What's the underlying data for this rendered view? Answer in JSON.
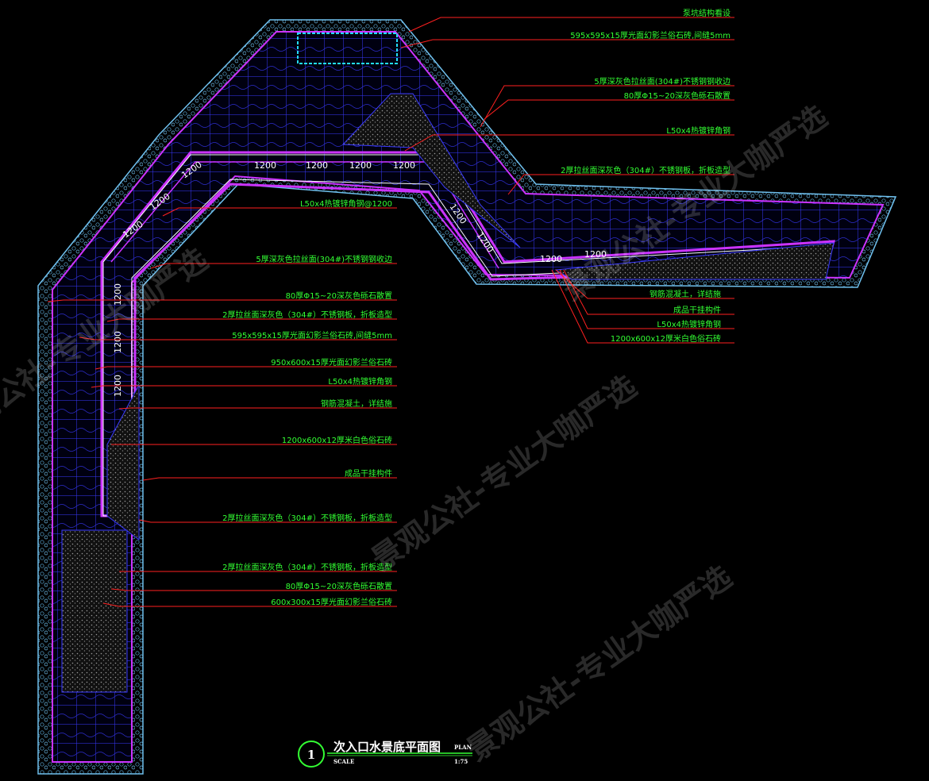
{
  "annotations": [
    "泵坑结构看设",
    "595x595x15厚光面幻影兰俗石砖,间缝5mm",
    "5厚深灰色拉丝面(304#)不锈钢钢收边",
    "80厚Φ15~20深灰色砾石散置",
    "L50x4热镀锌角钢",
    "2厚拉丝面深灰色（304#）不锈钢板，折板造型",
    "L50x4热镀锌角钢@1200",
    "5厚深灰色拉丝面(304#)不锈钢钢收边",
    "80厚Φ15~20深灰色砾石散置",
    "2厚拉丝面深灰色（304#）不锈钢板，折板造型",
    "595x595x15厚光面幻影兰俗石砖,间缝5mm",
    "950x600x15厚光面幻影兰俗石砖",
    "L50x4热镀锌角钢",
    "钢筋混凝土，详结施",
    "1200x600x12厚米白色俗石砖",
    "成品干挂构件",
    "2厚拉丝面深灰色（304#）不锈钢板，折板造型",
    "2厚拉丝面深灰色（304#）不锈钢板，折板造型",
    "80厚Φ15~20深灰色砾石散置",
    "600x300x15厚光面幻影兰俗石砖",
    "钢筋混凝土，详结施",
    "成品干挂构件",
    "L50x4热镀锌角钢",
    "1200x600x12厚米白色俗石砖"
  ],
  "dimensions": [
    "1200",
    "1200",
    "1200",
    "1200",
    "1200",
    "1200",
    "1200",
    "1200",
    "1200",
    "1200",
    "1200",
    "1200",
    "1200",
    "1200"
  ],
  "title_block": {
    "number": "1",
    "title": "次入口水景底平面图",
    "plan_label": "PLAN",
    "scale_label": "SCALE",
    "scale_value": "1:75"
  },
  "watermark": "景观公社-专业大咖严选",
  "colors": {
    "background": "#000000",
    "annotation_text": "#33ff33",
    "leader_line": "#ff2020",
    "pool_outline": "#cc33ff",
    "tile_grid": "#3333ff",
    "pebble_edge": "#66ccff",
    "dimension_text": "#ffffff"
  }
}
